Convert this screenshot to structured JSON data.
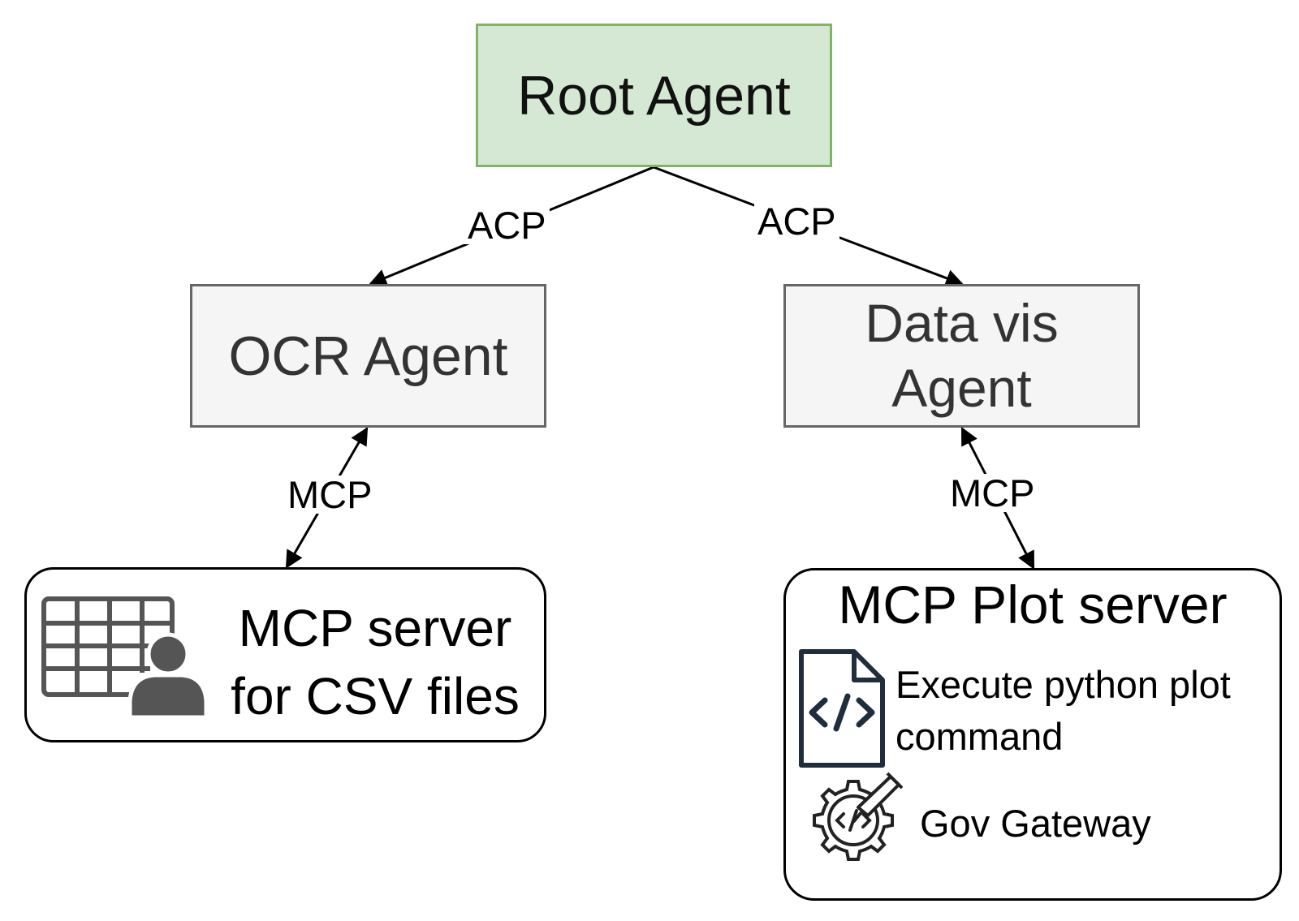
{
  "root_agent": {
    "label": "Root Agent",
    "fill": "#d5e8d4",
    "border": "#82b366"
  },
  "ocr_agent": {
    "label": "OCR Agent",
    "fill": "#f5f5f5",
    "border": "#666666"
  },
  "data_vis_agent": {
    "label_line1": "Data vis",
    "label_line2": "Agent",
    "fill": "#f5f5f5",
    "border": "#666666"
  },
  "edges": {
    "root_to_ocr": "ACP",
    "root_to_datavis": "ACP",
    "ocr_to_csv": "MCP",
    "datavis_to_plot": "MCP"
  },
  "csv_server": {
    "title_line1": "MCP server",
    "title_line2": "for CSV files",
    "icon": "table-user-icon"
  },
  "plot_server": {
    "title": "MCP Plot server",
    "items": [
      {
        "label_line1": "Execute python plot",
        "label_line2": "command",
        "icon": "code-file-icon"
      },
      {
        "label": "Gov Gateway",
        "icon": "gear-code-icon"
      }
    ]
  }
}
